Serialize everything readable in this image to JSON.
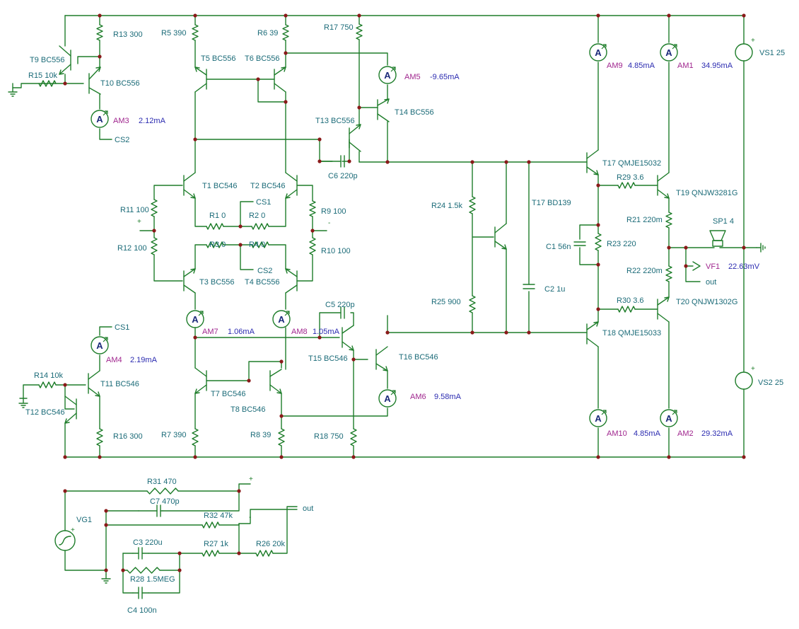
{
  "labels": {
    "R13": "R13 300",
    "T9": "T9 BC556",
    "R15": "R15 10k",
    "T10": "T10 BC556",
    "AM3": "AM3",
    "AM3v": "2.12mA",
    "CS2a": "CS2",
    "R5": "R5 390",
    "R6": "R6 39",
    "R17": "R17 750",
    "T5": "T5 BC556",
    "T6": "T6 BC556",
    "AM5": "AM5",
    "AM5v": "-9.65mA",
    "T13": "T13 BC556",
    "T14": "T14 BC556",
    "C6": "C6 220p",
    "T1": "T1 BC546",
    "T2": "T2 BC546",
    "CS1a": "CS1",
    "R11": "R11 100",
    "R12": "R12 100",
    "R1": "R1 0",
    "R2": "R2 0",
    "R9": "R9 100",
    "R10": "R10 100",
    "R3": "R3 0",
    "R4": "R4 0",
    "CS2b": "CS2",
    "T3": "T3 BC556",
    "T4": "T4 BC556",
    "AM7": "AM7",
    "AM7v": "1.06mA",
    "AM8": "AM8",
    "AM8v": "1.05mA",
    "C5": "C5 220p",
    "T15": "T15 BC546",
    "T16": "T16 BC546",
    "AM6": "AM6",
    "AM6v": "9.58mA",
    "CS1b": "CS1",
    "AM4": "AM4",
    "AM4v": "2.19mA",
    "R14": "R14 10k",
    "T11": "T11 BC546",
    "T12": "T12 BC546",
    "R16": "R16 300",
    "T7": "T7 BC546",
    "T8": "T8 BC546",
    "R7": "R7 390",
    "R8": "R8 39",
    "R18": "R18 750",
    "R24": "R24 1.5k",
    "R25": "R25 900",
    "T17b": "T17 BD139",
    "C2": "C2 1u",
    "AM9": "AM9",
    "AM9v": "4.85mA",
    "AM1": "AM1",
    "AM1v": "34.95mA",
    "VS1": "VS1 25",
    "T17": "T17 QMJE15032",
    "R29": "R29 3.6",
    "T19": "T19 QNJW3281G",
    "R21": "R21 220m",
    "SP1": "SP1 4",
    "C1": "C1 56n",
    "R23": "R23 220",
    "VF1": "VF1",
    "VF1v": "22.63mV",
    "out1": "out",
    "R22": "R22 220m",
    "R30": "R30 3.6",
    "T20": "T20 QNJW1302G",
    "T18": "T18 QMJE15033",
    "VS2": "VS2 25",
    "AM10": "AM10",
    "AM10v": "4.85mA",
    "AM2": "AM2",
    "AM2v": "29.32mA",
    "R31": "R31 470",
    "C7": "C7 470p",
    "R32": "R32 47k",
    "VG1": "VG1",
    "C3": "C3 220u",
    "R27": "R27 1k",
    "R26": "R26 20k",
    "R28": "R28 1.5MEG",
    "C4": "C4 100n",
    "out2": "out",
    "plus": "+",
    "minus": "-"
  }
}
